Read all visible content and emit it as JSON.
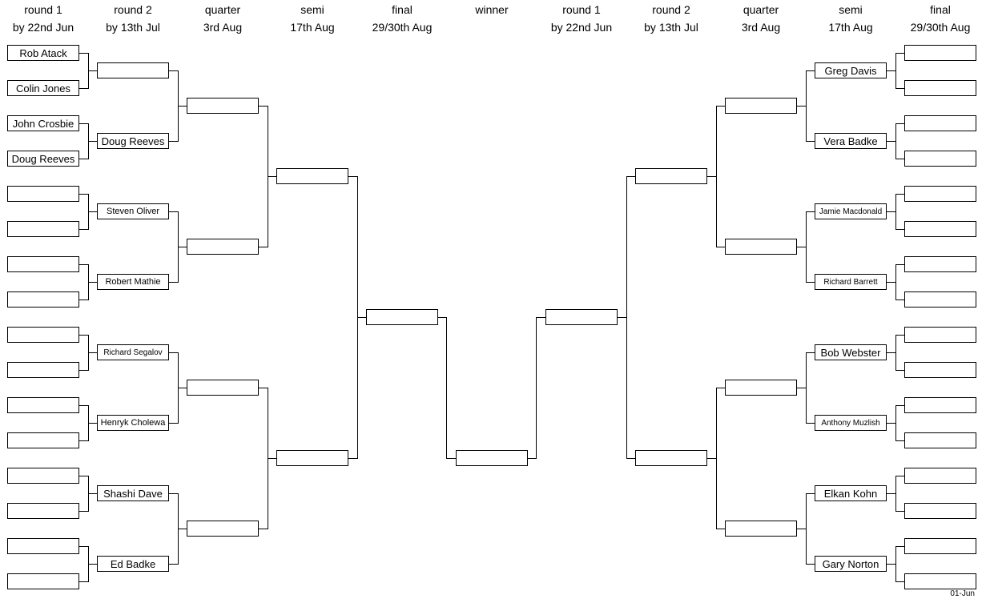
{
  "headers": {
    "left": [
      {
        "l1": "round 1",
        "l2": "by 22nd Jun"
      },
      {
        "l1": "round 2",
        "l2": "by 13th Jul"
      },
      {
        "l1": "quarter",
        "l2": "3rd Aug"
      },
      {
        "l1": "semi",
        "l2": "17th Aug"
      },
      {
        "l1": "final",
        "l2": "29/30th Aug"
      }
    ],
    "center": {
      "l1": "winner",
      "l2": ""
    },
    "right": [
      {
        "l1": "final",
        "l2": "29/30th Aug"
      },
      {
        "l1": "semi",
        "l2": "17th Aug"
      },
      {
        "l1": "quarter",
        "l2": "3rd Aug"
      },
      {
        "l1": "round 2",
        "l2": "by 13th Jul"
      },
      {
        "l1": "round 1",
        "l2": "by 22nd Jun"
      }
    ]
  },
  "bracket": {
    "left": {
      "r1": [
        "Rob Atack",
        "Colin Jones",
        "John Crosbie",
        "Doug Reeves",
        "",
        "",
        "",
        "",
        "",
        "",
        "",
        "",
        "",
        "",
        "",
        ""
      ],
      "r2": [
        "",
        "Doug Reeves",
        "Steven Oliver",
        "Robert Mathie",
        "Richard Segalov",
        "Henryk Cholewa",
        "Shashi Dave",
        "Ed Badke"
      ],
      "qf": [
        "",
        "",
        "",
        ""
      ],
      "sf": [
        "",
        ""
      ],
      "f": [
        ""
      ]
    },
    "winner": "",
    "right": {
      "r1": [
        "",
        "",
        "",
        "",
        "",
        "",
        "",
        "",
        "",
        "",
        "",
        "",
        "",
        "",
        "",
        ""
      ],
      "r2": [
        "Greg Davis",
        "Vera Badke",
        "Jamie Macdonald",
        "Richard Barrett",
        "Bob Webster",
        "Anthony Muzlish",
        "Elkan Kohn",
        "Gary Norton"
      ],
      "qf": [
        "",
        "",
        "",
        ""
      ],
      "sf": [
        "",
        ""
      ],
      "f": [
        ""
      ]
    }
  },
  "footer": {
    "date": "01-Jun"
  }
}
